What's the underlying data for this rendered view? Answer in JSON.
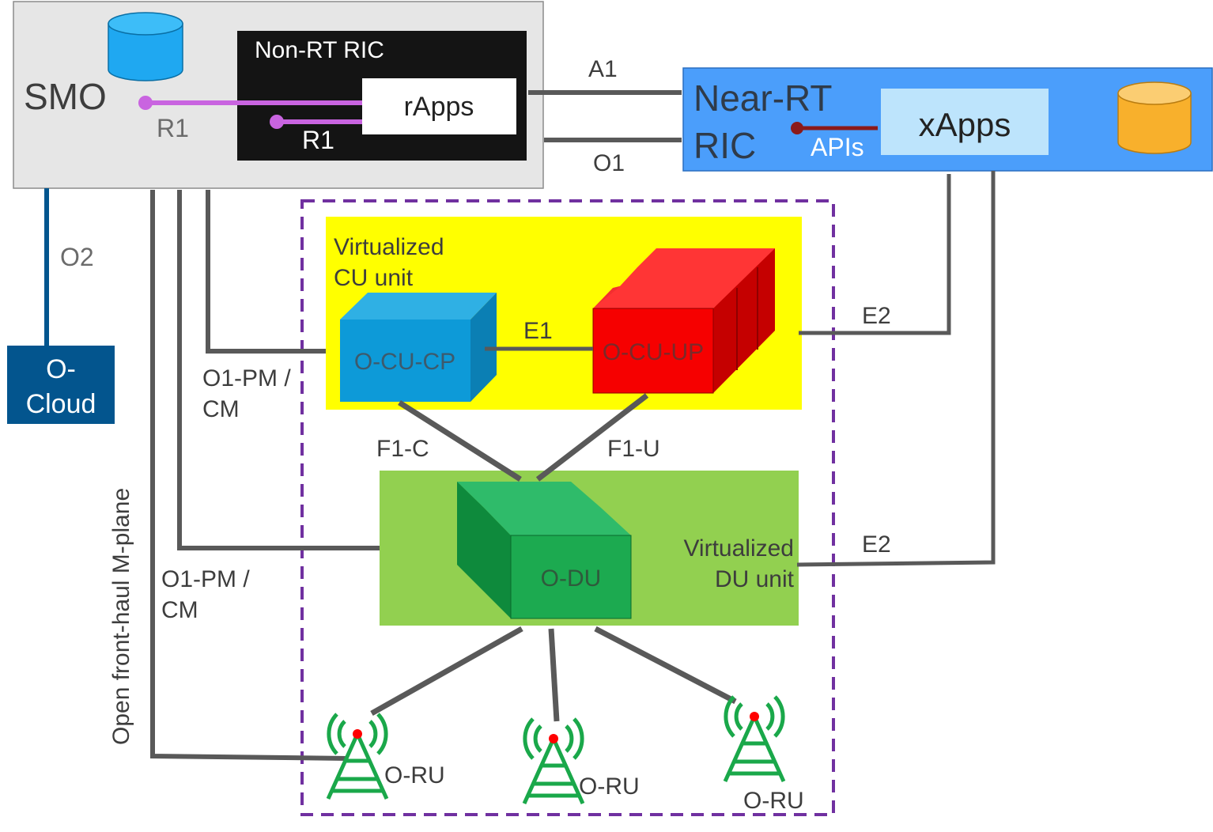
{
  "smo": {
    "label": "SMO",
    "r1_label": "R1"
  },
  "non_rt_ric": {
    "label": "Non-RT RIC",
    "rapps_label": "rApps",
    "r1_label": "R1"
  },
  "near_rt_ric": {
    "label_line1": "Near-RT",
    "label_line2": "RIC",
    "xapps_label": "xApps",
    "apis_label": "APIs"
  },
  "interfaces": {
    "a1": "A1",
    "o1": "O1",
    "o2": "O2",
    "e1": "E1",
    "e2_cu": "E2",
    "e2_du": "E2",
    "f1c": "F1-C",
    "f1u": "F1-U",
    "o1_pm_cm_cu_line1": "O1-PM /",
    "o1_pm_cm_cu_line2": "CM",
    "o1_pm_cm_du_line1": "O1-PM /",
    "o1_pm_cm_du_line2": "CM",
    "fronthaul_mplane": "Open front-haul M-plane"
  },
  "o_cloud": {
    "label_line1": "O-",
    "label_line2": "Cloud"
  },
  "cu_unit": {
    "label_line1": "Virtualized",
    "label_line2": "CU unit",
    "cp_label": "O-CU-CP",
    "up_label": "O-CU-UP"
  },
  "du_unit": {
    "label_line1": "Virtualized",
    "label_line2": "DU unit",
    "du_label": "O-DU"
  },
  "radio_units": [
    {
      "label": "O-RU"
    },
    {
      "label": "O-RU"
    },
    {
      "label": "O-RU"
    }
  ],
  "colors": {
    "smo_bg": "#e6e6e6",
    "non_rt_bg": "#141414",
    "near_rt_bg": "#4b9efb",
    "xapps_bg": "#bde4fc",
    "cu_area": "#ffff00",
    "du_area": "#92d050",
    "cu_cp": "#0d9ad8",
    "cu_up": "#f60000",
    "du": "#1caa50",
    "o_cloud": "#03558e",
    "r1_line": "#c964e0",
    "apis_line": "#8b1a1a",
    "connector": "#595959",
    "dashed_border": "#7030a0",
    "antenna": "#1aa84a",
    "antenna_dot": "#ff0000",
    "db_blue": "#1fa8f1",
    "db_orange": "#f8b02c"
  }
}
